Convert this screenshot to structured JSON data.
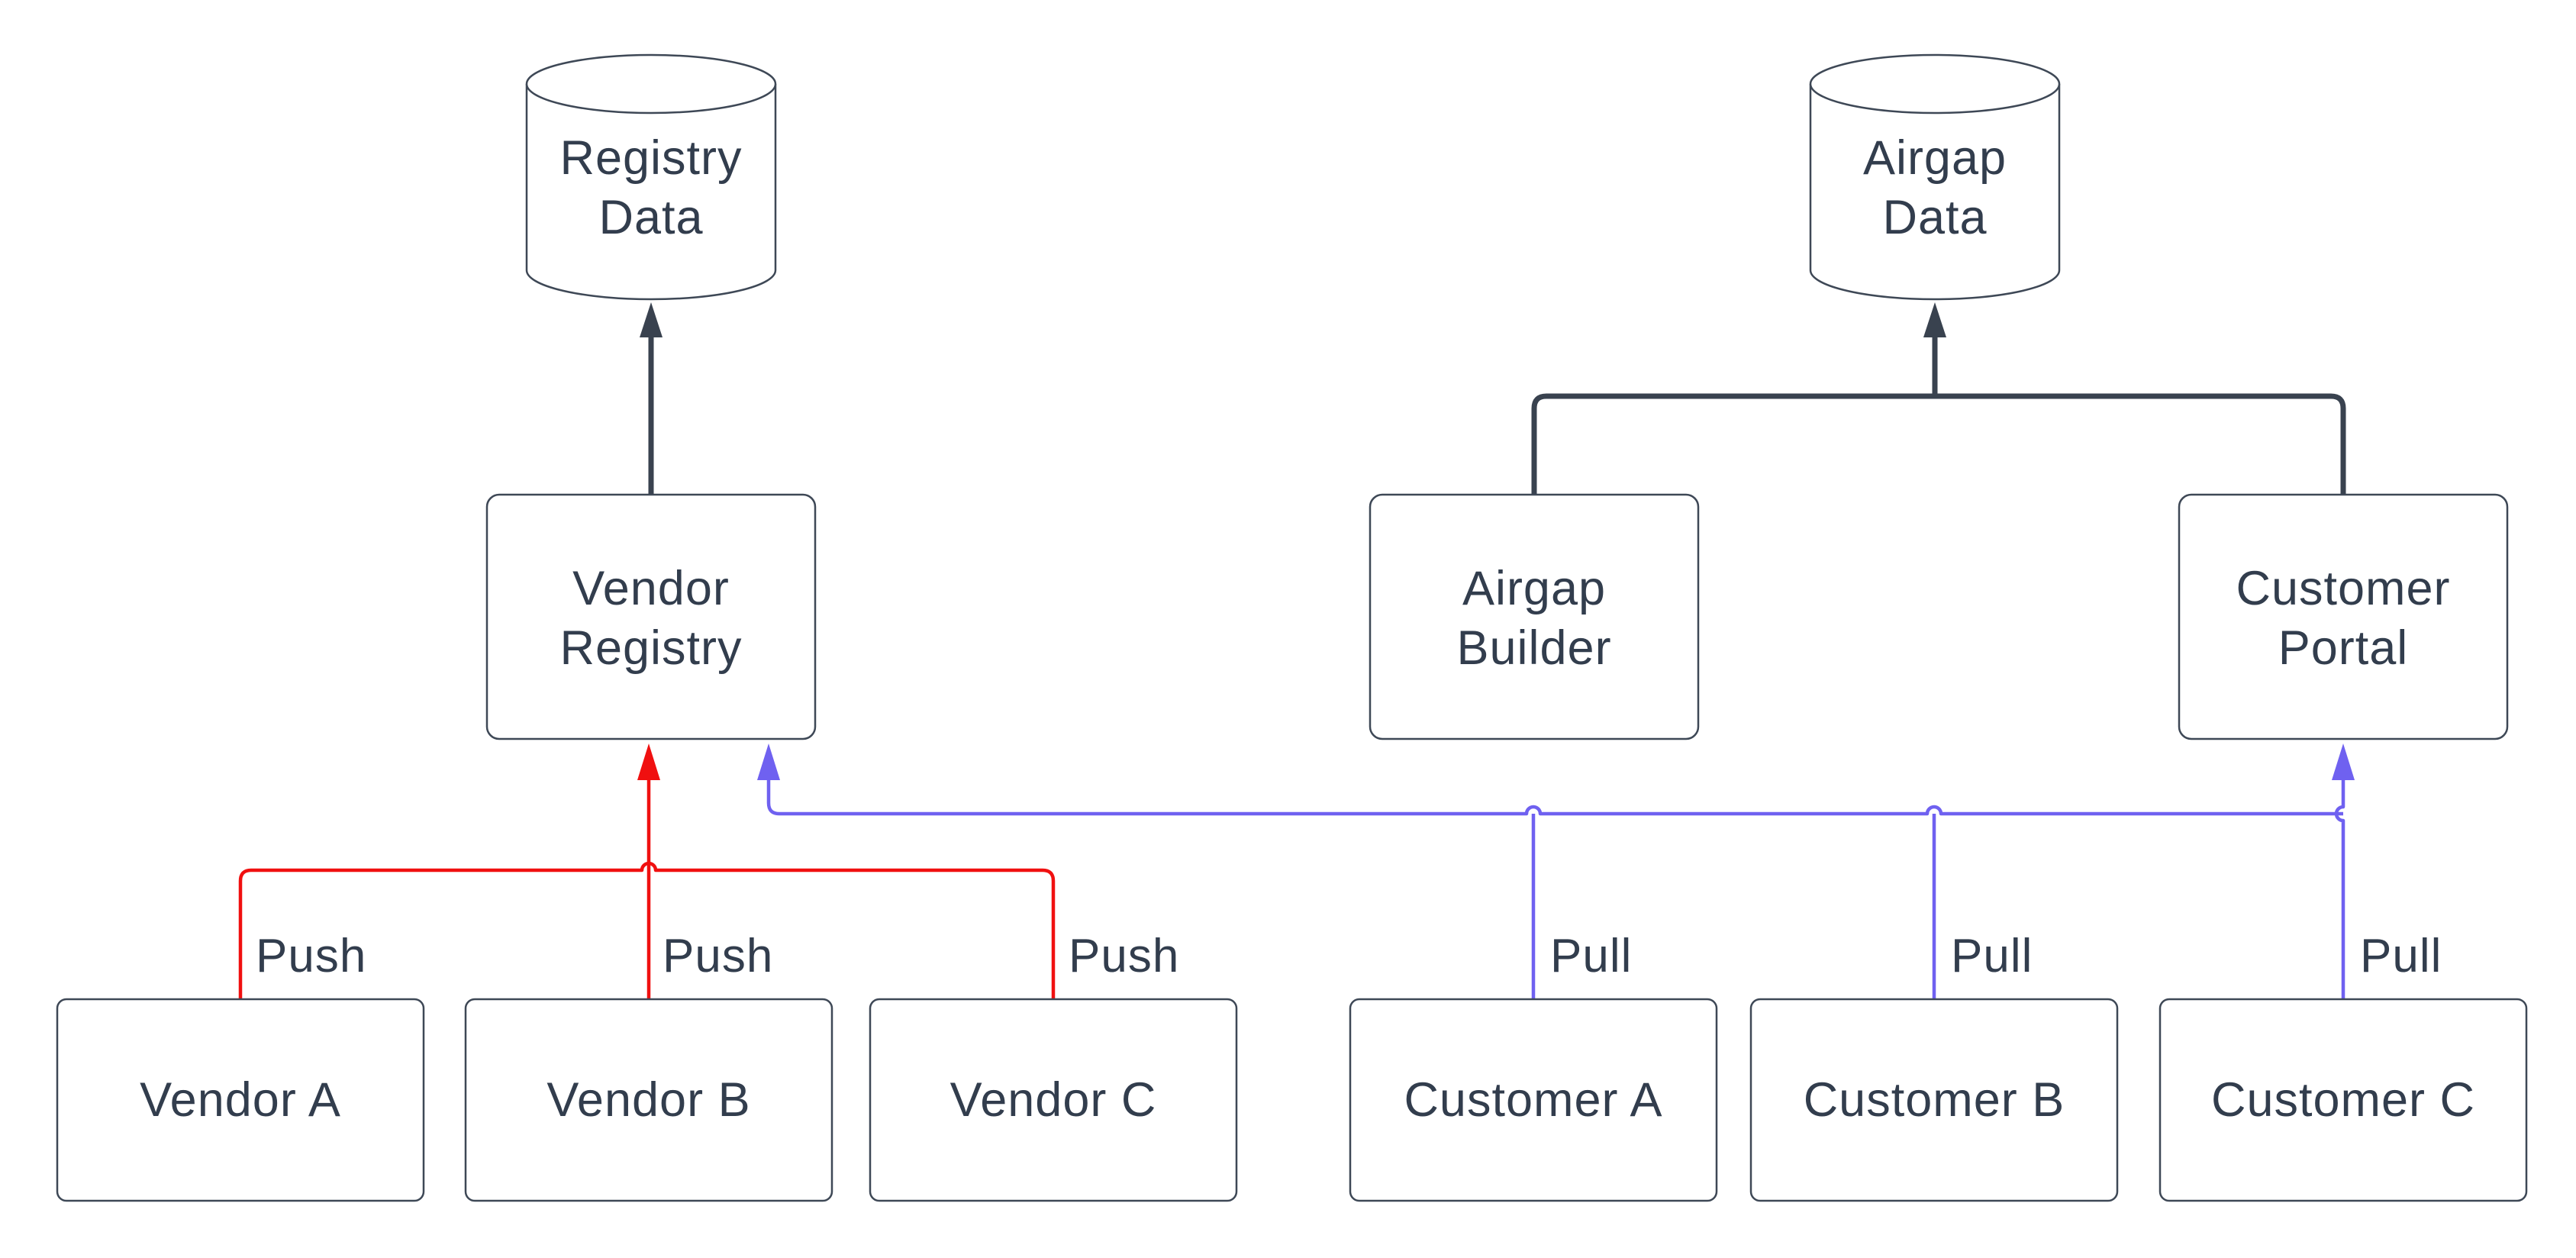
{
  "diagram": {
    "type": "flowchart",
    "background": "#FFFFFF",
    "colors": {
      "connector": "#39424F",
      "node_border": "#3E4856",
      "node_fill": "#FFFFFF",
      "text": "#323D4D",
      "push": "#F01010",
      "pull": "#6F61F0"
    },
    "nodes": {
      "registry_data": {
        "shape": "cylinder",
        "line1": "Registry",
        "line2": "Data"
      },
      "airgap_data": {
        "shape": "cylinder",
        "line1": "Airgap",
        "line2": "Data"
      },
      "vendor_registry": {
        "shape": "rounded-rect",
        "line1": "Vendor",
        "line2": "Registry"
      },
      "airgap_builder": {
        "shape": "rounded-rect",
        "line1": "Airgap",
        "line2": "Builder"
      },
      "customer_portal": {
        "shape": "rounded-rect",
        "line1": "Customer",
        "line2": "Portal"
      },
      "vendor_a": {
        "shape": "rounded-rect",
        "label": "Vendor A"
      },
      "vendor_b": {
        "shape": "rounded-rect",
        "label": "Vendor B"
      },
      "vendor_c": {
        "shape": "rounded-rect",
        "label": "Vendor C"
      },
      "customer_a": {
        "shape": "rounded-rect",
        "label": "Customer A"
      },
      "customer_b": {
        "shape": "rounded-rect",
        "label": "Customer B"
      },
      "customer_c": {
        "shape": "rounded-rect",
        "label": "Customer C"
      }
    },
    "edges": {
      "push_labels": [
        "Push",
        "Push",
        "Push"
      ],
      "pull_labels": [
        "Pull",
        "Pull",
        "Pull"
      ],
      "connections": [
        {
          "from": "Vendor Registry",
          "to": "Registry Data",
          "color": "dark"
        },
        {
          "from": "Airgap Builder",
          "to": "Airgap Data",
          "color": "dark"
        },
        {
          "from": "Customer Portal",
          "to": "Airgap Data",
          "color": "dark"
        },
        {
          "from": "Vendor A",
          "to": "Vendor Registry",
          "label": "Push",
          "color": "red"
        },
        {
          "from": "Vendor B",
          "to": "Vendor Registry",
          "label": "Push",
          "color": "red"
        },
        {
          "from": "Vendor C",
          "to": "Vendor Registry",
          "label": "Push",
          "color": "red"
        },
        {
          "from": "Customer A",
          "to": "Vendor Registry / Customer Portal",
          "label": "Pull",
          "color": "blue"
        },
        {
          "from": "Customer B",
          "to": "Vendor Registry / Customer Portal",
          "label": "Pull",
          "color": "blue"
        },
        {
          "from": "Customer C",
          "to": "Vendor Registry / Customer Portal",
          "label": "Pull",
          "color": "blue"
        }
      ]
    }
  }
}
